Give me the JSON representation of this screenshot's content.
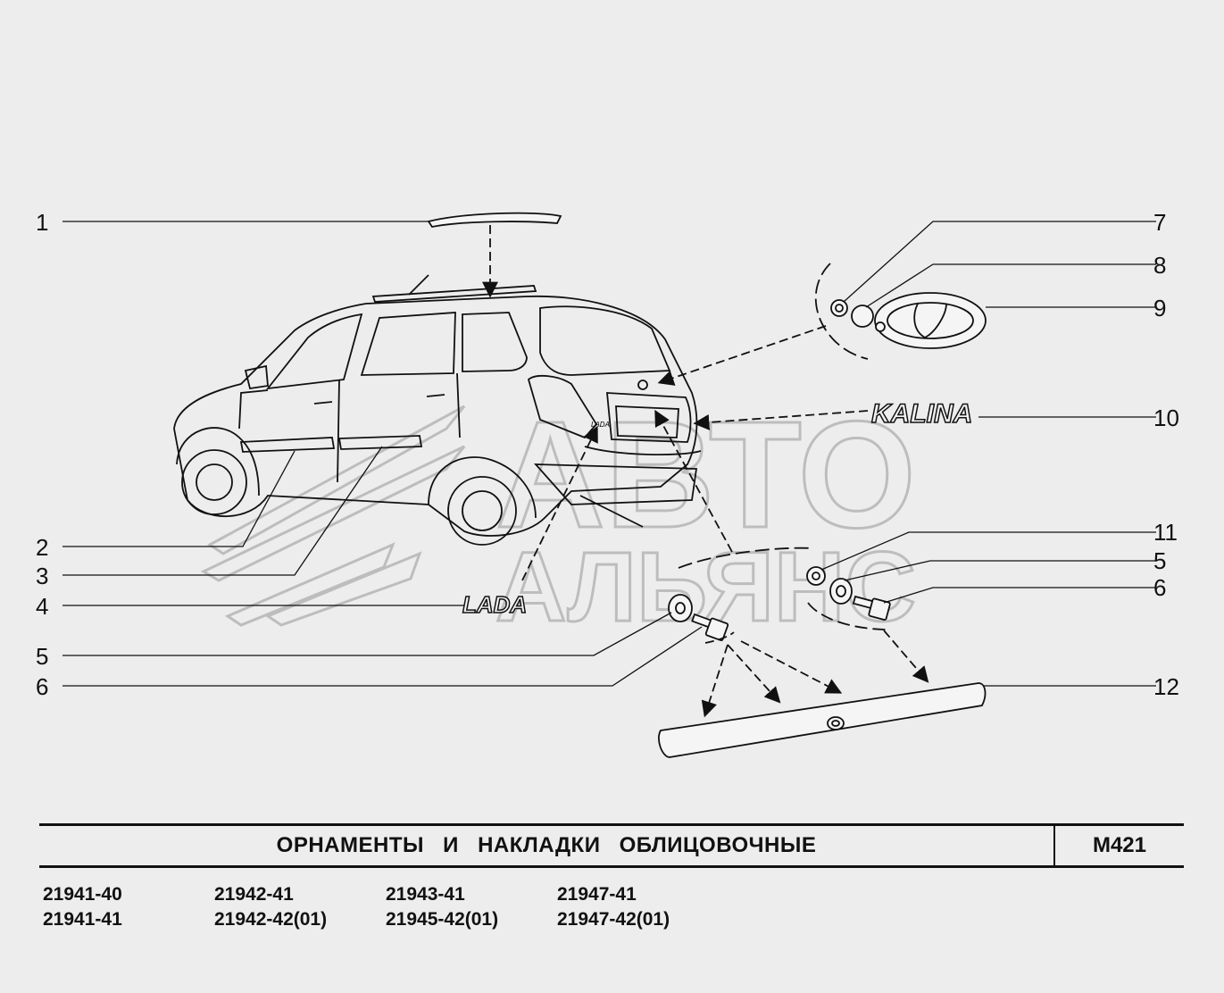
{
  "callouts_left": [
    "1",
    "2",
    "3",
    "4",
    "5",
    "6"
  ],
  "callouts_right": [
    "7",
    "8",
    "9",
    "10",
    "11",
    "5",
    "6",
    "12"
  ],
  "emblems": {
    "kalina_badge": "KALINA",
    "lada_badge": "LADA",
    "tailgate_badge": "LADA"
  },
  "watermark": {
    "line1": "АВТО",
    "line2": "АЛЬЯНС"
  },
  "title": {
    "text": "ОРНАМЕНТЫ И НАКЛАДКИ ОБЛИЦОВОЧНЫЕ",
    "code": "M421"
  },
  "models": [
    "21941-40",
    "21942-41",
    "21943-41",
    "21947-41",
    "21941-41",
    "21942-42(01)",
    "21945-42(01)",
    "21947-42(01)"
  ],
  "colors": {
    "background": "#ededed",
    "ink": "#111111",
    "watermark": "#c8c8c8"
  }
}
